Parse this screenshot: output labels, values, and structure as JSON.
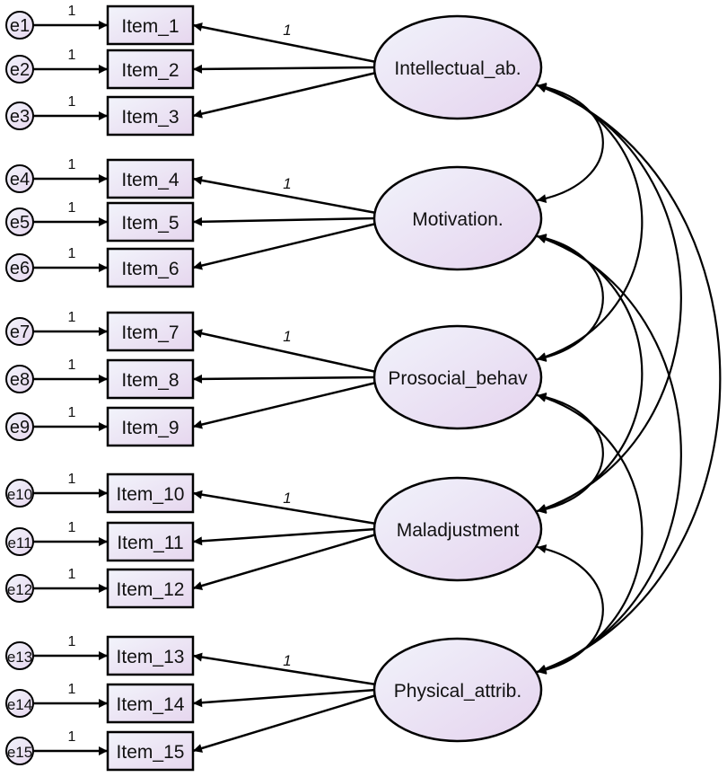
{
  "diagram": {
    "factors": [
      {
        "id": "f1",
        "label": "Intellectual_ab.",
        "items": [
          "i1",
          "i2",
          "i3"
        ]
      },
      {
        "id": "f2",
        "label": "Motivation.",
        "items": [
          "i4",
          "i5",
          "i6"
        ]
      },
      {
        "id": "f3",
        "label": "Prosocial_behav",
        "items": [
          "i7",
          "i8",
          "i9"
        ]
      },
      {
        "id": "f4",
        "label": "Maladjustment",
        "items": [
          "i10",
          "i11",
          "i12"
        ]
      },
      {
        "id": "f5",
        "label": "Physical_attrib.",
        "items": [
          "i13",
          "i14",
          "i15"
        ]
      }
    ],
    "items": [
      {
        "id": "i1",
        "label": "Item_1",
        "error": "e1"
      },
      {
        "id": "i2",
        "label": "Item_2",
        "error": "e2"
      },
      {
        "id": "i3",
        "label": "Item_3",
        "error": "e3"
      },
      {
        "id": "i4",
        "label": "Item_4",
        "error": "e4"
      },
      {
        "id": "i5",
        "label": "Item_5",
        "error": "e5"
      },
      {
        "id": "i6",
        "label": "Item_6",
        "error": "e6"
      },
      {
        "id": "i7",
        "label": "Item_7",
        "error": "e7"
      },
      {
        "id": "i8",
        "label": "Item_8",
        "error": "e8"
      },
      {
        "id": "i9",
        "label": "Item_9",
        "error": "e9"
      },
      {
        "id": "i10",
        "label": "Item_10",
        "error": "e10"
      },
      {
        "id": "i11",
        "label": "Item_11",
        "error": "e11"
      },
      {
        "id": "i12",
        "label": "Item_12",
        "error": "e12"
      },
      {
        "id": "i13",
        "label": "Item_13",
        "error": "e13"
      },
      {
        "id": "i14",
        "label": "Item_14",
        "error": "e14"
      },
      {
        "id": "i15",
        "label": "Item_15",
        "error": "e15"
      }
    ],
    "error_path_label": "1",
    "fixed_loading_label": "1",
    "covariances": [
      [
        "f1",
        "f2"
      ],
      [
        "f1",
        "f3"
      ],
      [
        "f1",
        "f4"
      ],
      [
        "f1",
        "f5"
      ],
      [
        "f2",
        "f3"
      ],
      [
        "f2",
        "f4"
      ],
      [
        "f2",
        "f5"
      ],
      [
        "f3",
        "f4"
      ],
      [
        "f3",
        "f5"
      ],
      [
        "f4",
        "f5"
      ]
    ],
    "colors": {
      "node_fill_light": "#eef1f8",
      "node_fill_tint": "#e8d8ee",
      "stroke": "#000000"
    }
  }
}
